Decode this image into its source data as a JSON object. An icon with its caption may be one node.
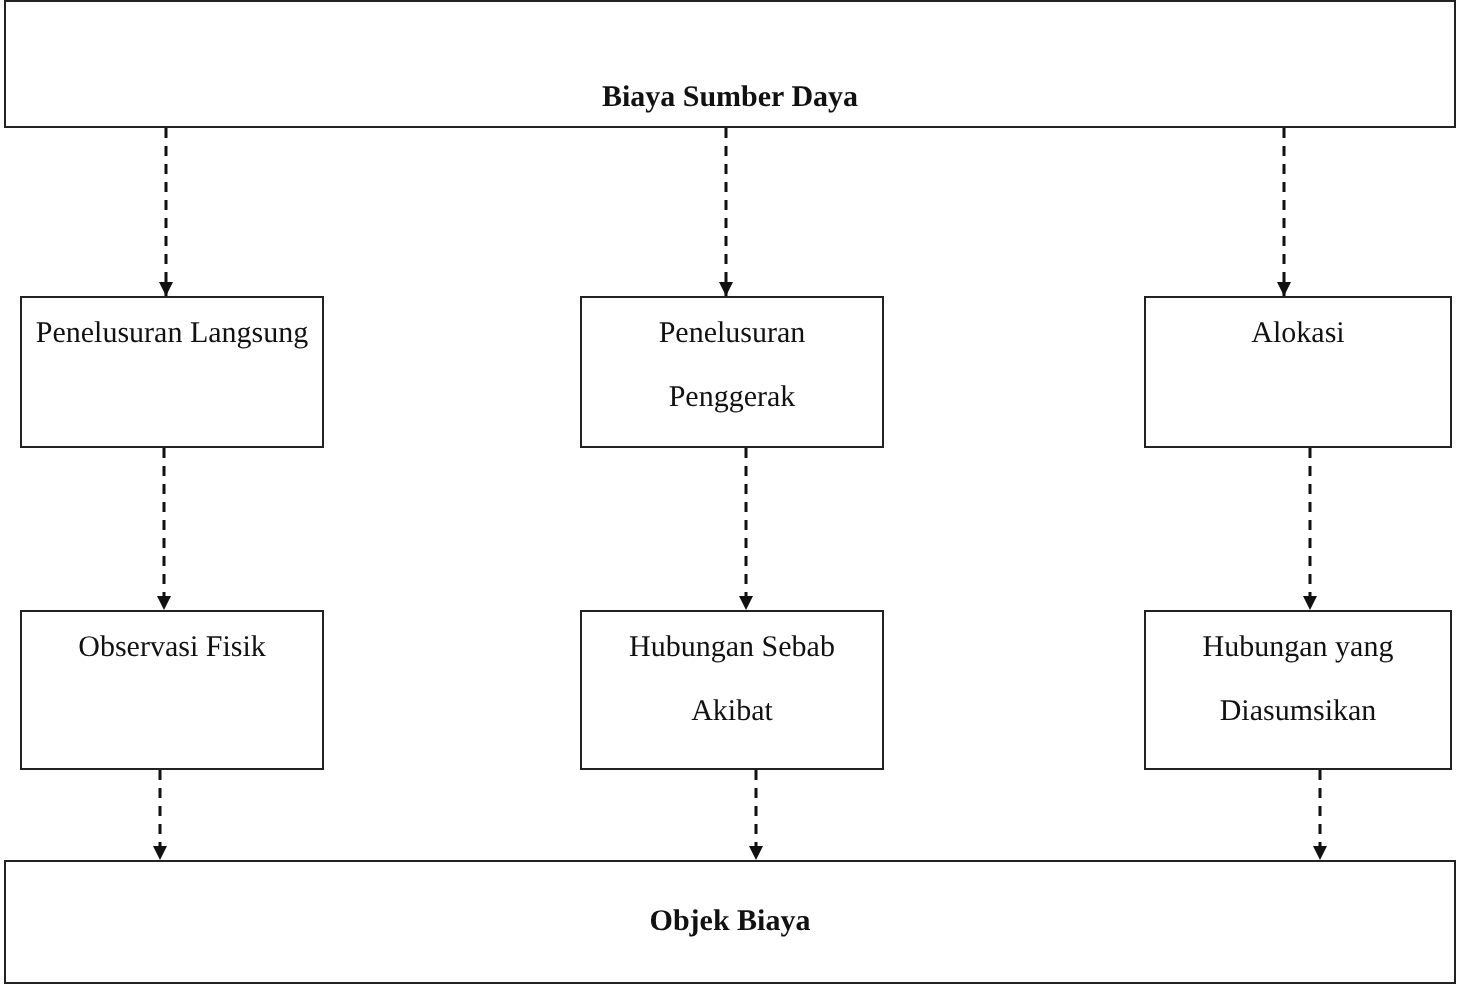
{
  "diagram": {
    "nodes": [
      {
        "text": [
          "Biaya Sumber Daya"
        ]
      },
      {
        "text": [
          "Penelusuran Langsung"
        ]
      },
      {
        "text": [
          "Penelusuran Penggerak"
        ]
      },
      {
        "text": [
          "Alokasi"
        ]
      },
      {
        "text": [
          "Observasi Fisik"
        ]
      },
      {
        "text": [
          "Hubungan Sebab Akibat"
        ]
      },
      {
        "text": [
          "Hubungan yang Diasumsikan"
        ]
      },
      {
        "text": [
          "Objek Biaya"
        ]
      }
    ],
    "edges": [
      {
        "from": 0,
        "to": 1,
        "arrow": "to",
        "style": "dashed"
      },
      {
        "from": 0,
        "to": 2,
        "arrow": "to",
        "style": "dashed"
      },
      {
        "from": 0,
        "to": 3,
        "arrow": "to",
        "style": "dashed"
      },
      {
        "from": 1,
        "to": 4,
        "arrow": "to",
        "style": "dashed"
      },
      {
        "from": 2,
        "to": 5,
        "arrow": "to",
        "style": "dashed"
      },
      {
        "from": 3,
        "to": 6,
        "arrow": "to",
        "style": "dashed"
      },
      {
        "from": 4,
        "to": 7,
        "arrow": "to",
        "style": "dashed"
      },
      {
        "from": 5,
        "to": 7,
        "arrow": "to",
        "style": "dashed"
      },
      {
        "from": 6,
        "to": 7,
        "arrow": "to",
        "style": "dashed"
      }
    ]
  }
}
